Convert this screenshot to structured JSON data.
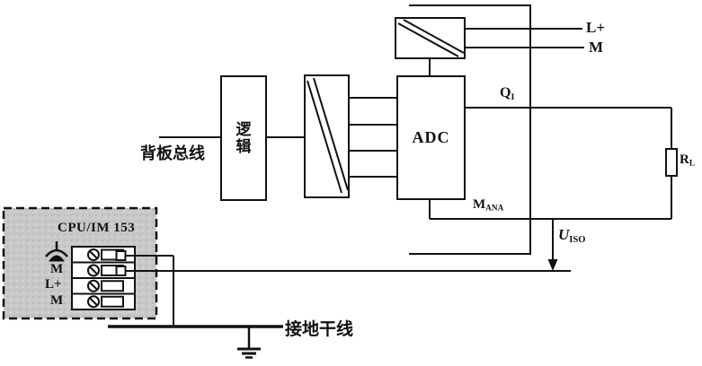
{
  "labels": {
    "backplane_bus": "背板总线",
    "logic": [
      "逻",
      "辑"
    ],
    "adc": "ADC",
    "supply_lplus": "L+",
    "supply_m": "M",
    "qi": {
      "base": "Q",
      "sub": "I"
    },
    "rl": {
      "base": "R",
      "sub": "L"
    },
    "mana": {
      "base": "M",
      "sub": "ANA"
    },
    "uiso": {
      "base": "U",
      "sub": "ISO"
    },
    "cpu_box_title": "CPU/IM 153",
    "ground_bus": "接地干线"
  },
  "cpu_terminals": [
    {
      "label": "",
      "icon": "functional-earth-icon",
      "connected": true
    },
    {
      "label": "M",
      "icon": "",
      "connected": true
    },
    {
      "label": "L+",
      "icon": "",
      "connected": false
    },
    {
      "label": "M",
      "icon": "",
      "connected": false
    }
  ],
  "colors": {
    "line": "#111111",
    "background": "#ffffff",
    "cpu_box_fill": "#c9c9c9"
  }
}
